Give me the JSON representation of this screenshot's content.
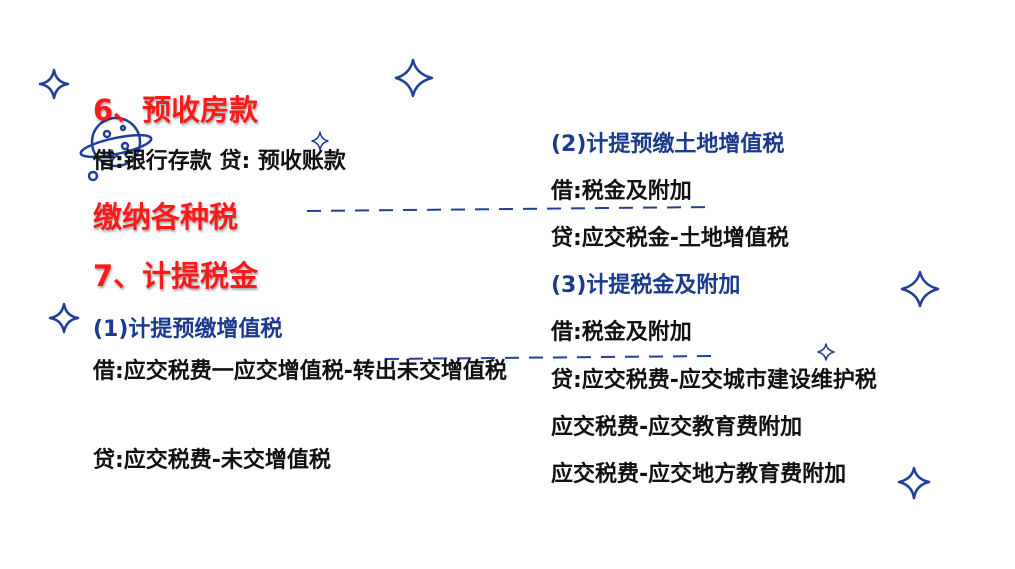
{
  "left": {
    "heading6": "6、预收房款",
    "entry6": "借:银行存款  贷: 预收账款",
    "tax_heading": "缴纳各种税",
    "heading7": "7、计提税金",
    "sub1": "(1)计提预缴增值税",
    "sub1_debit": "借:应交税费一应交增值税-转出未交增值税",
    "sub1_credit": "贷:应交税费-未交增值税"
  },
  "right": {
    "sub2": "(2)计提预缴土地增值税",
    "sub2_debit": "借:税金及附加",
    "sub2_credit": "贷:应交税金-土地增值税",
    "sub3": "(3)计提税金及附加",
    "sub3_debit": "借:税金及附加",
    "sub3_credit1": "贷:应交税费-应交城市建设维护税",
    "sub3_credit2": "应交税费-应交教育费附加",
    "sub3_credit3": "应交税费-应交地方教育费附加"
  },
  "colors": {
    "heading": "#ff1a1a",
    "subheading": "#1a3a8f",
    "body": "#111111",
    "decoration": "#1f3f99"
  },
  "icons": [
    "sparkle-star-icon",
    "planet-icon",
    "dashed-line"
  ]
}
